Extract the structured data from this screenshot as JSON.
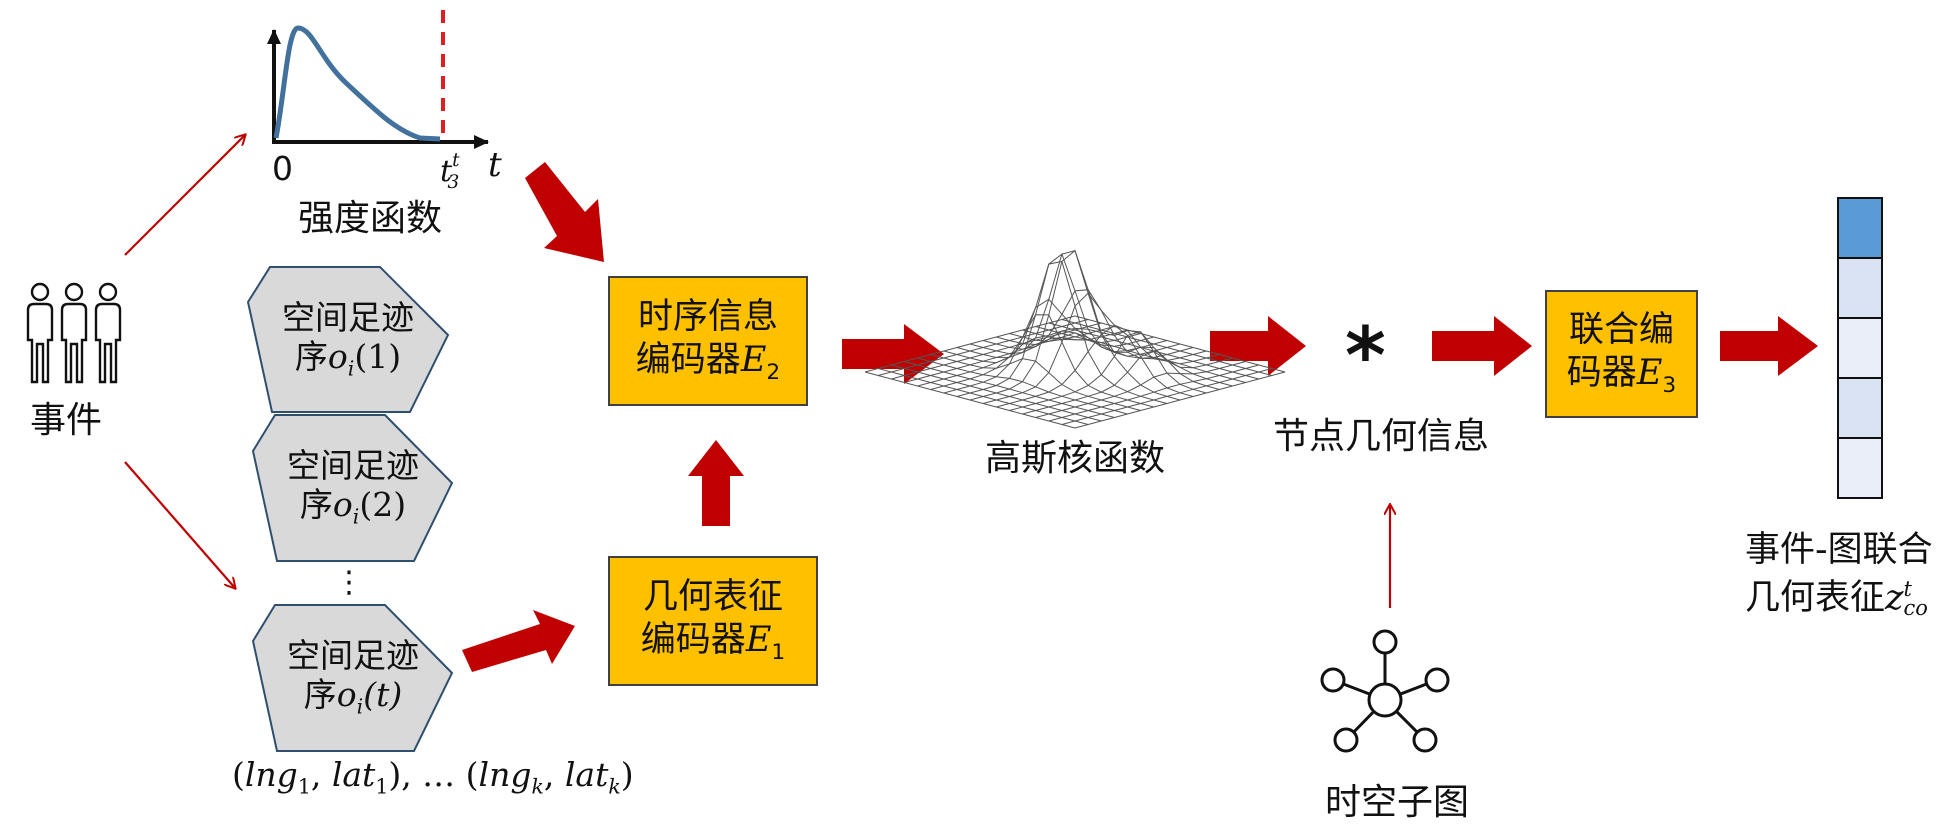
{
  "event_label": "事件",
  "intensity": {
    "label": "强度函数",
    "axis_zero": "0",
    "axis_t": "t",
    "cutoff_base": "t",
    "cutoff_sup": "t",
    "cutoff_sub": "3"
  },
  "footprints": [
    {
      "line1": "空间足迹",
      "line2_prefix": "序",
      "var": "o",
      "sub": "i",
      "arg": "(1)"
    },
    {
      "line1": "空间足迹",
      "line2_prefix": "序",
      "var": "o",
      "sub": "i",
      "arg": "(2)"
    },
    {
      "line1": "空间足迹",
      "line2_prefix": "序",
      "var": "o",
      "sub": "i",
      "arg": "(t)"
    }
  ],
  "ellipsis": "⋮",
  "coords": {
    "open": "(",
    "lng": "lng",
    "sub1": "1",
    "sep": ", ",
    "lat": "lat",
    "mid": "), … (",
    "subk": "k",
    "close": ")"
  },
  "encoders": {
    "e1": {
      "line1": "几何表征",
      "line2": "编码器",
      "var": "E",
      "sub": "1"
    },
    "e2": {
      "line1": "时序信息",
      "line2": "编码器",
      "var": "E",
      "sub": "2"
    },
    "e3": {
      "line1": "联合编",
      "line2": "码器",
      "var": "E",
      "sub": "3"
    }
  },
  "gaussian_label": "高斯核函数",
  "star": "*",
  "node_geo_label": "节点几何信息",
  "subgraph_label": "时空子图",
  "output": {
    "line1": "事件-图联合",
    "line2": "几何表征",
    "var": "z",
    "sup": "t",
    "sub": "co"
  },
  "colors": {
    "encoder_fill": "#ffc000",
    "arrow_red": "#c00000",
    "curve_blue": "#41719c",
    "hex_fill": "#d9d9d9",
    "hex_border": "#2f4f6f",
    "vector_dark": "#5b9bd5",
    "vector_light": "#dae3f3",
    "vector_lighter": "#e9eef8"
  },
  "icons": [
    "people-icon",
    "graph-icon",
    "gaussian-surface-icon"
  ]
}
